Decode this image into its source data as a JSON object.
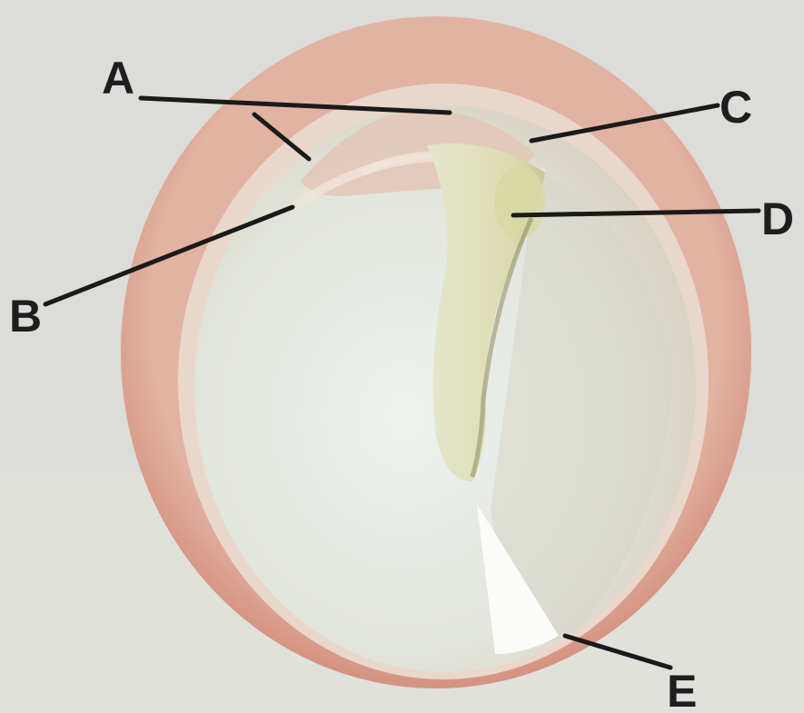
{
  "diagram": {
    "labels": {
      "a": "A",
      "b": "B",
      "c": "C",
      "d": "D",
      "e": "E"
    }
  },
  "colors": {
    "background": "#dcdcd8",
    "outer_rim": "#d99a88",
    "inner_rim": "#e7d2c6",
    "membrane": "#e6e9e3",
    "malleus": "#d9dbb6",
    "cone_of_light": "#fbfbf8",
    "leader_line": "#1a1a1a"
  }
}
